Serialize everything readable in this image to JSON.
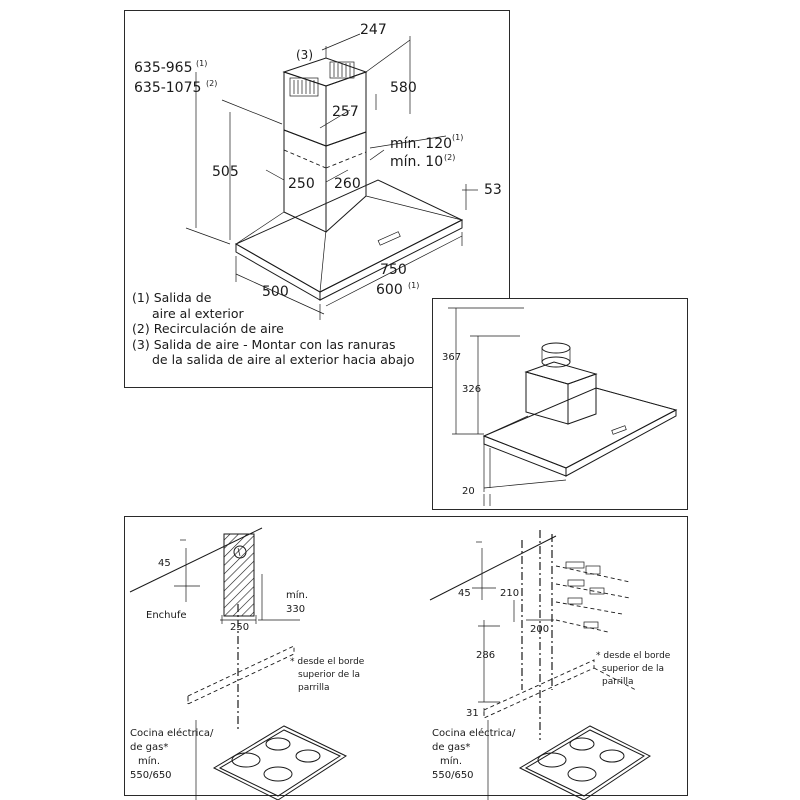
{
  "top_panel": {
    "dims": {
      "chimney_width": "247",
      "chimney_height": "580",
      "chimney_inner": "257",
      "range_1": "635-965",
      "range_1_ref": "(1)",
      "range_2": "635-1075",
      "range_2_ref": "(2)",
      "label_3": "(3)",
      "total_505": "505",
      "w250": "250",
      "w260": "260",
      "min120": "mín. 120",
      "min120_ref": "(1)",
      "min10": "mín. 10",
      "min10_ref": "(2)",
      "h53": "53",
      "w750": "750",
      "w600": "600",
      "w600_ref": "(1)",
      "d500": "500"
    },
    "legend": {
      "item1_num": "(1)",
      "item1_line1": "Salida de",
      "item1_line2": "aire al exterior",
      "item2_num": "(2)",
      "item2_text": "Recirculación de aire",
      "item3_num": "(3)",
      "item3_line1": "Salida de aire - Montar con las ranuras",
      "item3_line2": "de la salida de aire al exterior hacia abajo"
    }
  },
  "side_panel": {
    "d367": "367",
    "d326": "326",
    "d20": "20"
  },
  "bottom_left": {
    "d45": "45",
    "enchufe": "Enchufe",
    "d250": "250",
    "min_label": "mín.",
    "min330": "330",
    "note_line1": "* desde el borde",
    "note_line2": "superior de la",
    "note_line3": "parrilla",
    "cooktop_line1": "Cocina eléctrica/",
    "cooktop_line2": "de gas*",
    "cooktop_line3": "mín.",
    "cooktop_line4": "550/650"
  },
  "bottom_right": {
    "d45": "45",
    "d210": "210",
    "d200": "200",
    "d286": "286",
    "d31": "31",
    "note_line1": "* desde el borde",
    "note_line2": "superior de la",
    "note_line3": "parrilla",
    "cooktop_line1": "Cocina eléctrica/",
    "cooktop_line2": "de gas*",
    "cooktop_line3": "mín.",
    "cooktop_line4": "550/650"
  }
}
